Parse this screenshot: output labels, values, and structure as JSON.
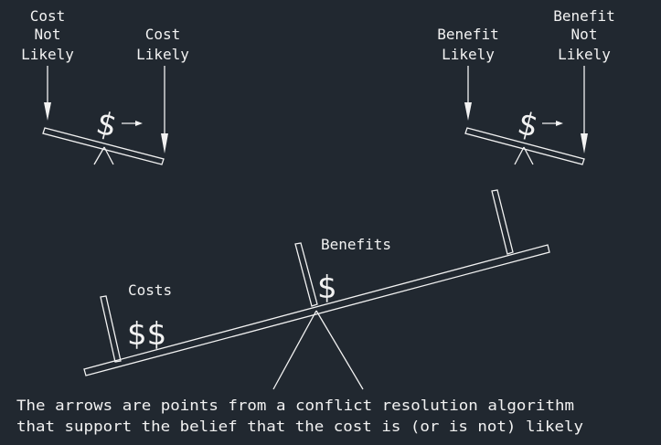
{
  "left_scale": {
    "arrow_left_label": [
      "Cost",
      "Not",
      "Likely"
    ],
    "arrow_right_label": [
      "Cost",
      "Likely"
    ],
    "symbol": "$"
  },
  "right_scale": {
    "arrow_left_label": [
      "Benefit",
      "Likely"
    ],
    "arrow_right_label": [
      "Benefit",
      "Not",
      "Likely"
    ],
    "symbol": "$"
  },
  "main_scale": {
    "costs_label": "Costs",
    "costs_symbol": "$$",
    "benefits_label": "Benefits",
    "benefits_symbol": "$"
  },
  "caption": {
    "line1": "The arrows are points from a conflict resolution algorithm",
    "line2": "that support the belief that the cost is (or is not) likely"
  }
}
